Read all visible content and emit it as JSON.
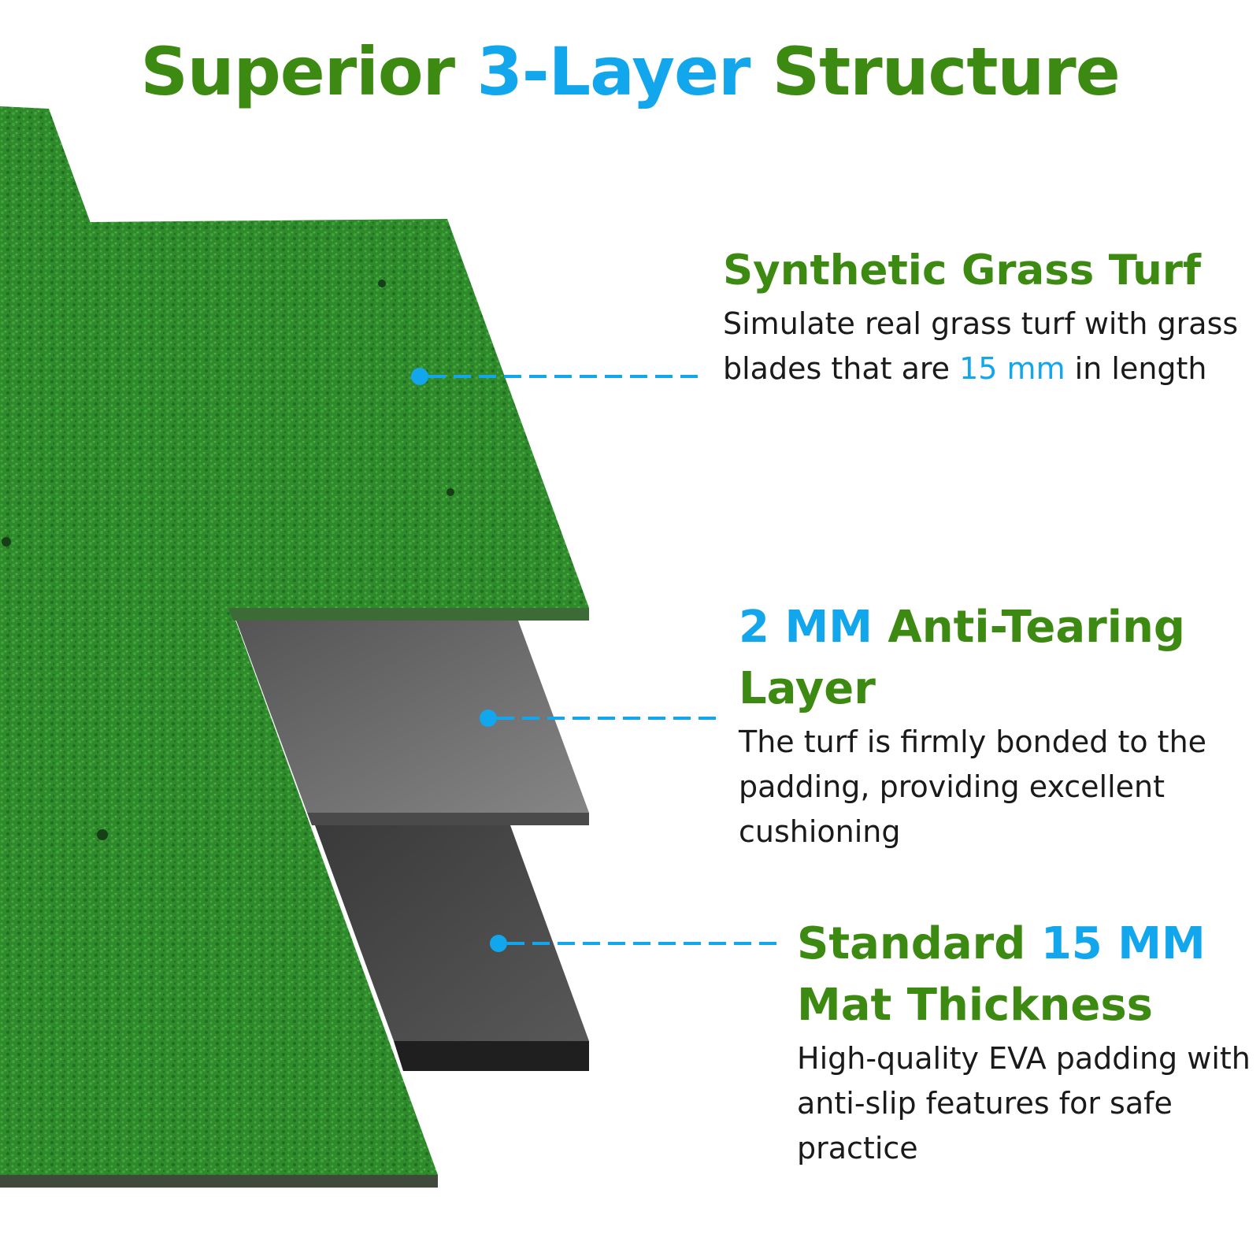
{
  "title": {
    "prefix": "Superior ",
    "highlight": "3-Layer",
    "suffix": " Structure"
  },
  "colors": {
    "accent_green": "#3c8a12",
    "accent_blue": "#12a6ec",
    "grass": "#2f8a2c",
    "gray_layer": "#6a6a6a",
    "dark_layer": "#3a3a3a"
  },
  "features": [
    {
      "heading_highlight": "",
      "heading": "Synthetic Grass Turf",
      "desc_before": "Simulate real grass turf with grass blades that are ",
      "desc_highlight": "15 mm",
      "desc_after": " in length"
    },
    {
      "heading_highlight": "2 MM",
      "heading": " Anti-Tearing Layer",
      "desc_before": "The turf is firmly bonded to the padding, providing excellent cushioning",
      "desc_highlight": "",
      "desc_after": ""
    },
    {
      "heading_pre": "Standard ",
      "heading_highlight": "15 MM",
      "heading": " Mat Thickness",
      "desc_before": "High-quality EVA padding with anti-slip features for safe practice",
      "desc_highlight": "",
      "desc_after": ""
    }
  ]
}
